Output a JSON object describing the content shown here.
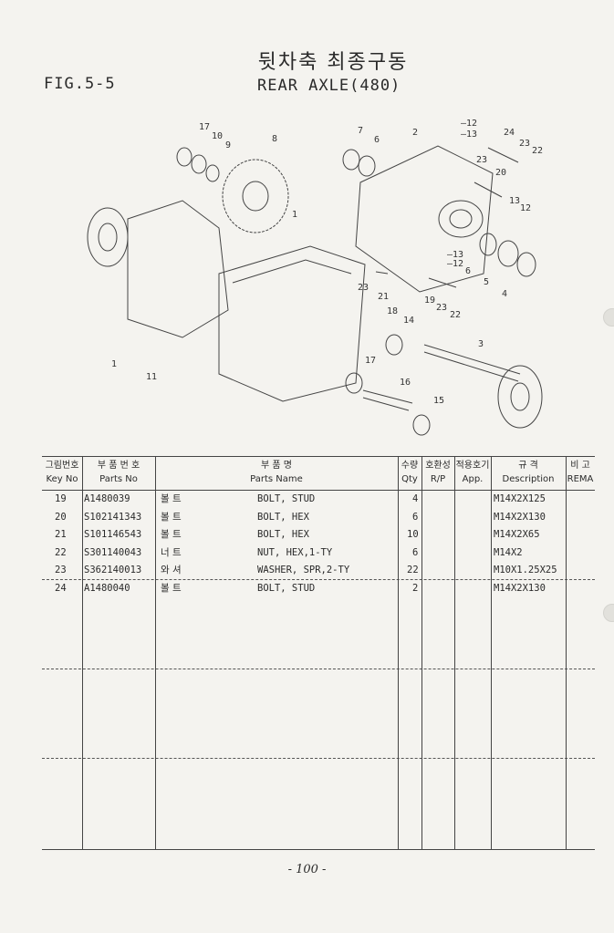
{
  "header": {
    "fig": "FIG.5-5",
    "title_ko": "뒷차축 최종구동",
    "title_en": "REAR AXLE(480)"
  },
  "diagram": {
    "callouts": [
      "17",
      "10",
      "9",
      "8",
      "7",
      "6",
      "2",
      "12",
      "13",
      "24",
      "23",
      "22",
      "23",
      "20",
      "13",
      "12",
      "1",
      "13",
      "12",
      "6",
      "5",
      "4",
      "23",
      "21",
      "19",
      "23",
      "22",
      "18",
      "14",
      "3",
      "17",
      "16",
      "15",
      "1",
      "11"
    ]
  },
  "table": {
    "headers": {
      "key_ko": "그림번호",
      "key_en": "Key No",
      "part_ko": "부 품 번 호",
      "part_en": "Parts No",
      "name_ko": "부 품 명",
      "name_en": "Parts Name",
      "qty_ko": "수량",
      "qty_en": "Qty",
      "rp_ko": "호환성",
      "rp_en": "R/P",
      "app_ko": "적용호기",
      "app_en": "App.",
      "desc_ko": "규 격",
      "desc_en": "Description",
      "rema_ko": "비 고",
      "rema_en": "REMA"
    },
    "rows": [
      {
        "key": "19",
        "part": "A1480039",
        "name_ko": "볼 트",
        "name": "BOLT, STUD",
        "qty": "4",
        "desc": "M14X2X125"
      },
      {
        "key": "20",
        "part": "S102141343",
        "name_ko": "볼 트",
        "name": "BOLT, HEX",
        "qty": "6",
        "desc": "M14X2X130"
      },
      {
        "key": "21",
        "part": "S101146543",
        "name_ko": "볼 트",
        "name": "BOLT, HEX",
        "qty": "10",
        "desc": "M14X2X65"
      },
      {
        "key": "22",
        "part": "S301140043",
        "name_ko": "너 트",
        "name": "NUT, HEX,1-TY",
        "qty": "6",
        "desc": "M14X2"
      },
      {
        "key": "23",
        "part": "S362140013",
        "name_ko": "와 셔",
        "name": "WASHER, SPR,2-TY",
        "qty": "22",
        "desc": "M10X1.25X25"
      },
      {
        "key": "24",
        "part": "A1480040",
        "name_ko": "볼 트",
        "name": "BOLT, STUD",
        "qty": "2",
        "desc": "M14X2X130"
      }
    ]
  },
  "footer": {
    "page": "- 100 -"
  }
}
